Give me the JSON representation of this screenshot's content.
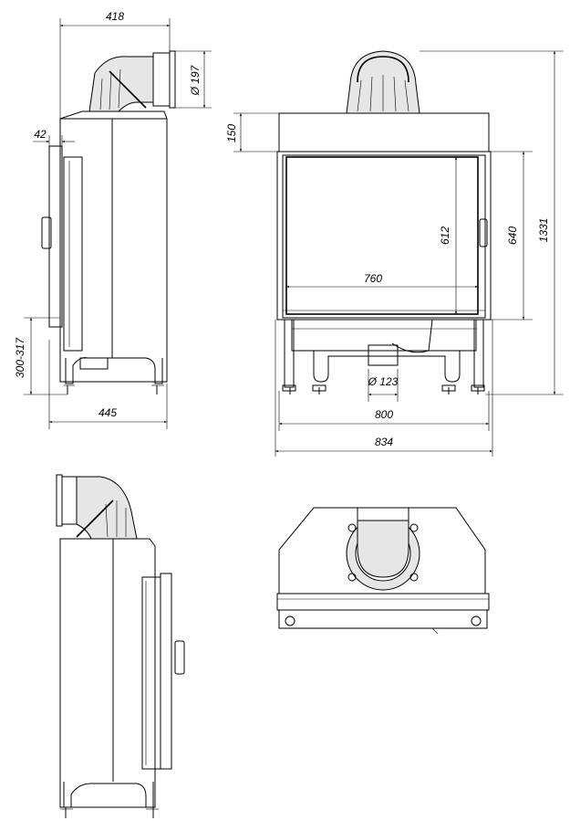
{
  "dimensions": {
    "side_top_width": "418",
    "flue_diameter": "Ø 197",
    "front_offset": "42",
    "side_height_range": "300-317",
    "side_depth": "445",
    "top_height": "150",
    "glass_height": "612",
    "door_height": "640",
    "total_height": "1331",
    "glass_width": "760",
    "air_inlet_diameter": "Ø 123",
    "body_width": "800",
    "total_width": "834"
  },
  "views": [
    "side-view-left",
    "front-view",
    "side-view-right",
    "top-view"
  ],
  "colors": {
    "line": "#000000",
    "background": "#ffffff",
    "fill_light": "#e6e6e6"
  }
}
